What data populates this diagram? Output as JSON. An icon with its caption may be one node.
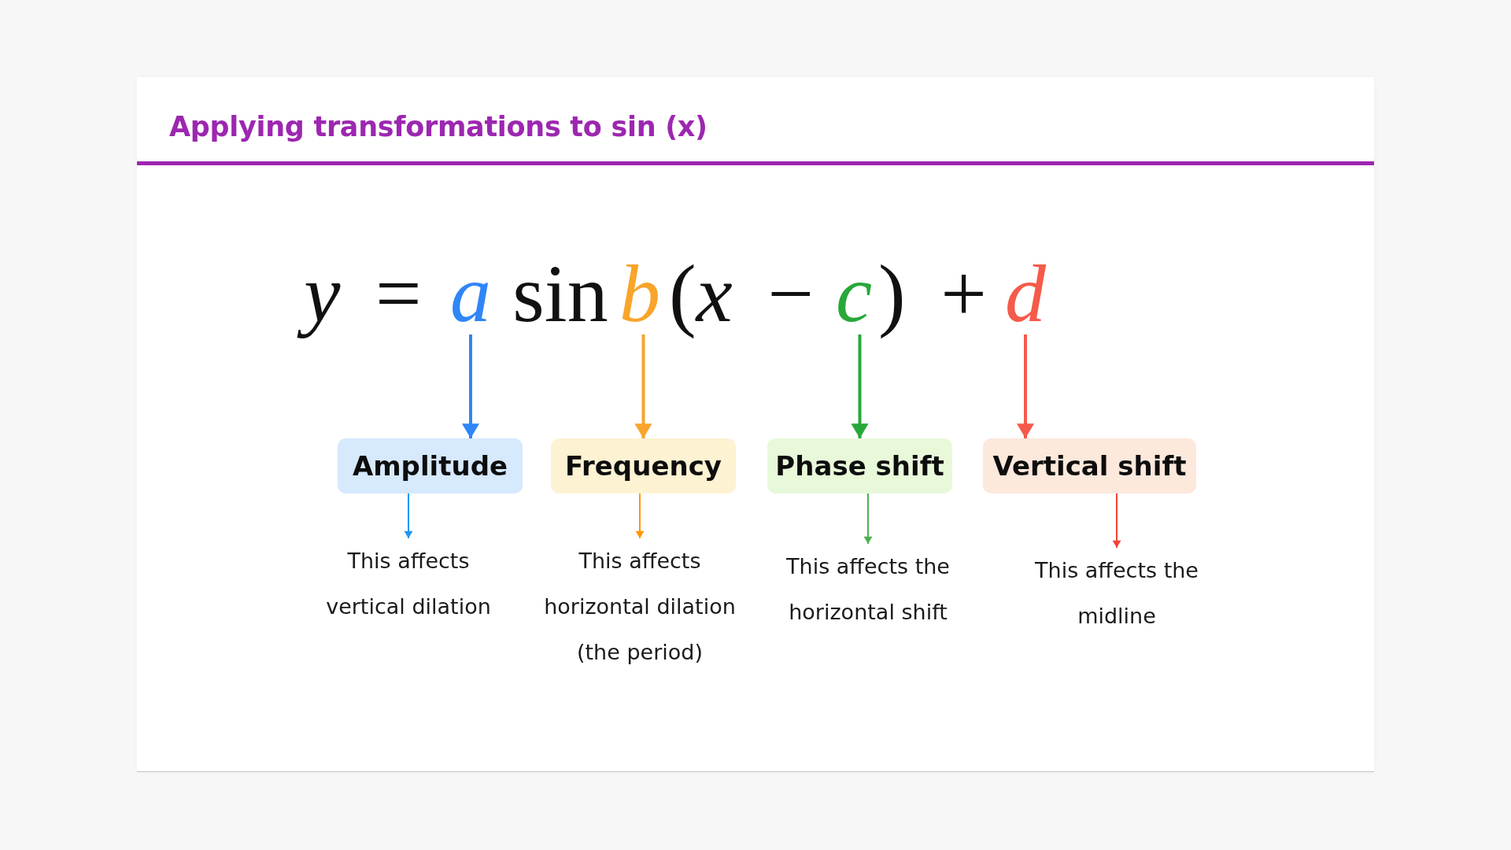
{
  "diagram": {
    "title": "Applying transformations to sin (x)",
    "nodes": [
      {
        "text": [
          "a"
        ]
      },
      {
        "text": [
          "b"
        ]
      },
      {
        "text": [
          "c"
        ]
      },
      {
        "text": [
          "d"
        ]
      },
      {
        "text": [
          "Amplitude"
        ]
      },
      {
        "text": [
          "Frequency"
        ]
      },
      {
        "text": [
          "Phase shift"
        ]
      },
      {
        "text": [
          "Vertical shift"
        ]
      },
      {
        "text": [
          "This affects vertical dilation"
        ]
      },
      {
        "text": [
          "This affects horizontal dilation (the period)"
        ]
      },
      {
        "text": [
          "This affects the horizontal shift"
        ]
      },
      {
        "text": [
          "This affects the midline"
        ]
      }
    ],
    "edges": [
      {
        "from": 0,
        "to": 4,
        "arrow": "to",
        "color": "#2f86f5"
      },
      {
        "from": 1,
        "to": 5,
        "arrow": "to",
        "color": "#f9a42a"
      },
      {
        "from": 2,
        "to": 6,
        "arrow": "to",
        "color": "#27a83a"
      },
      {
        "from": 3,
        "to": 7,
        "arrow": "to",
        "color": "#f55a4a"
      },
      {
        "from": 4,
        "to": 8,
        "arrow": "to",
        "color": "#2196f3"
      },
      {
        "from": 5,
        "to": 9,
        "arrow": "to",
        "color": "#ff9800"
      },
      {
        "from": 6,
        "to": 10,
        "arrow": "to",
        "color": "#4caf50"
      },
      {
        "from": 7,
        "to": 11,
        "arrow": "to",
        "color": "#f44336"
      }
    ],
    "labels": [
      "*y* =",
      "sin",
      "(*x* −",
      ") +"
    ]
  }
}
